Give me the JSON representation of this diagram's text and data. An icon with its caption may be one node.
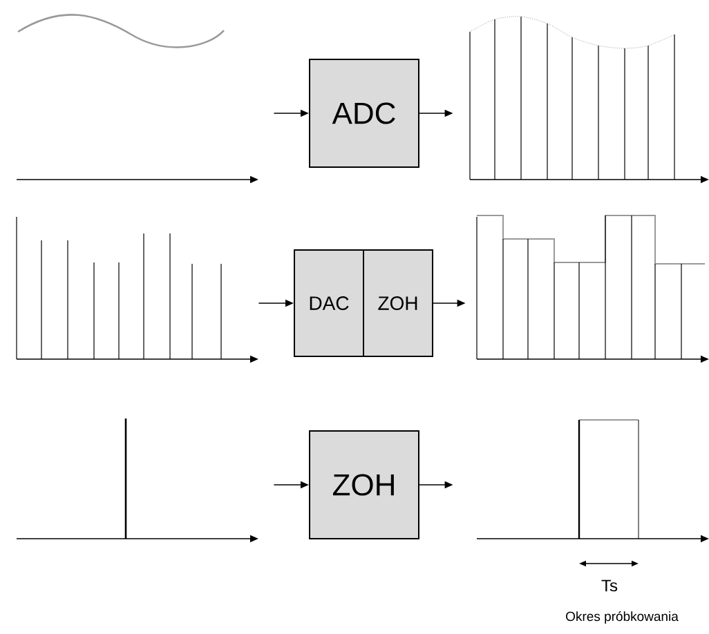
{
  "diagram": {
    "nodes": [
      {
        "text": [],
        "shape": "chart"
      },
      {
        "text": [
          "ADC"
        ]
      },
      {
        "text": [],
        "shape": "chart"
      },
      {
        "text": [],
        "shape": "chart"
      },
      {
        "text": [
          "DAC"
        ]
      },
      {
        "text": [
          "ZOH"
        ]
      },
      {
        "text": [],
        "shape": "chart"
      },
      {
        "text": [],
        "shape": "chart"
      },
      {
        "text": [
          "ZOH"
        ]
      },
      {
        "text": [],
        "shape": "chart"
      }
    ],
    "edges": [
      {
        "from": 0,
        "to": 1,
        "arrow": "to"
      },
      {
        "from": 1,
        "to": 2,
        "arrow": "to"
      },
      {
        "from": 3,
        "to": 4,
        "arrow": "to"
      },
      {
        "from": 5,
        "to": 6,
        "arrow": "to"
      },
      {
        "from": 7,
        "to": 8,
        "arrow": "to"
      },
      {
        "from": 8,
        "to": 9,
        "arrow": "to"
      }
    ],
    "labels": [
      "Ts",
      "Okres próbkowania"
    ]
  }
}
